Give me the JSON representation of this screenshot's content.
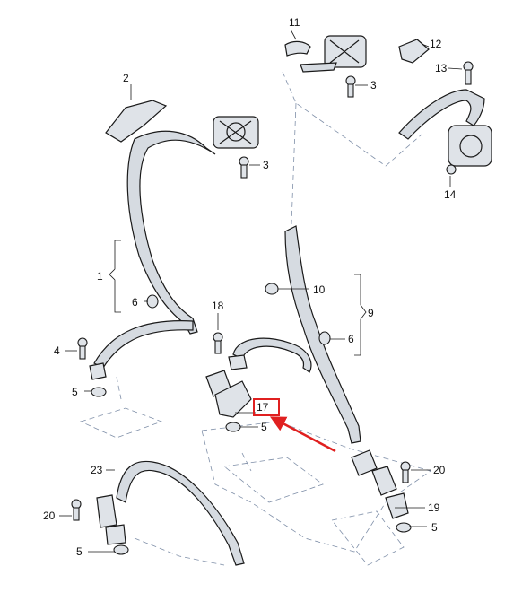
{
  "labels": {
    "p1": "1",
    "p2": "2",
    "p3a": "3",
    "p3b": "3",
    "p4": "4",
    "p5a": "5",
    "p5b": "5",
    "p5c": "5",
    "p5d": "5",
    "p6a": "6",
    "p6b": "6",
    "p9": "9",
    "p10": "10",
    "p11": "11",
    "p12": "12",
    "p13": "13",
    "p14": "14",
    "p17": "17",
    "p18": "18",
    "p19": "19",
    "p20a": "20",
    "p20b": "20",
    "p23": "23"
  },
  "colors": {
    "line": "#1a1a1a",
    "part_fill": "#dfe3e8",
    "belt_fill": "#d6dbe1",
    "dash": "#7f8fa8",
    "highlight": "#e02020"
  },
  "highlighted_part": "17"
}
